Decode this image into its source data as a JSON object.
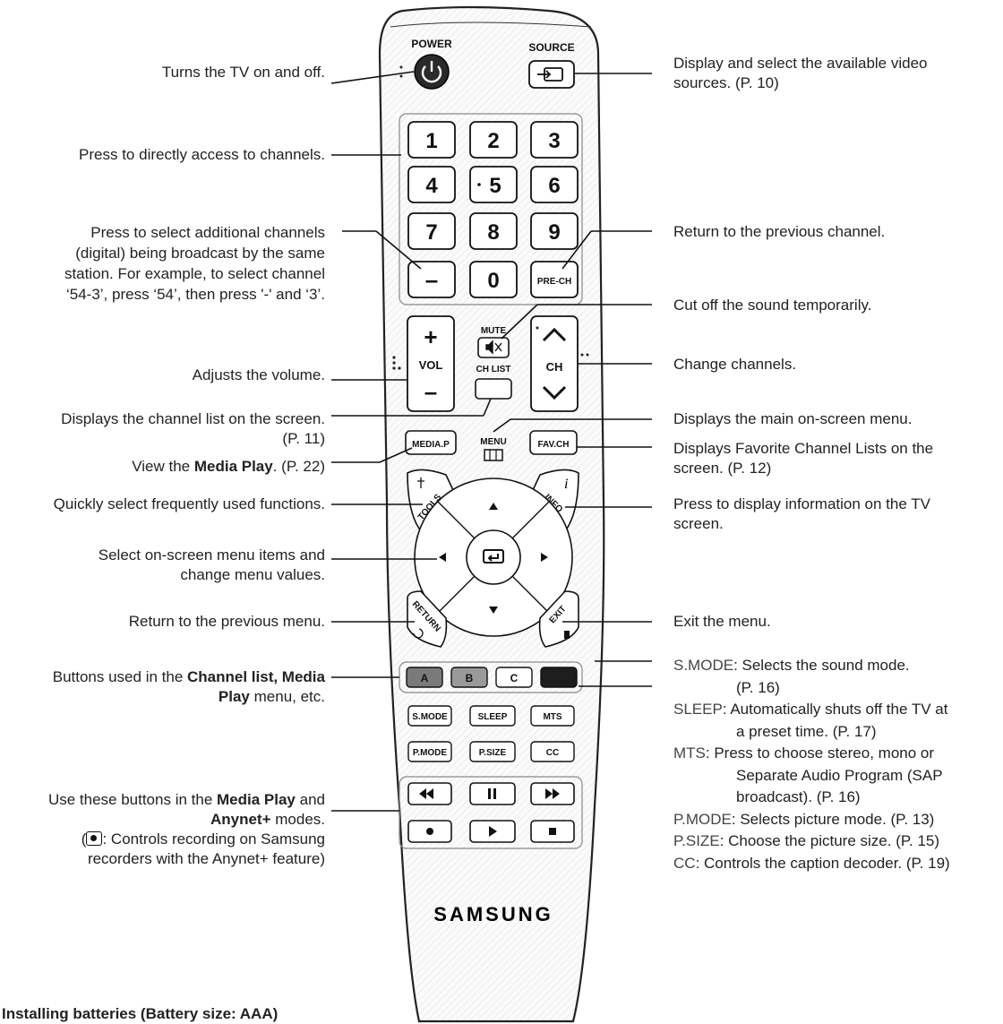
{
  "remote": {
    "power_label": "POWER",
    "source_label": "SOURCE",
    "digits": [
      "1",
      "2",
      "3",
      "4",
      "5",
      "6",
      "7",
      "8",
      "9"
    ],
    "dash_label": "–",
    "zero_label": "0",
    "prech_label": "PRE-CH",
    "mute_label": "MUTE",
    "vol_plus": "+",
    "vol_label": "VOL",
    "vol_minus": "–",
    "chlist_label": "CH LIST",
    "ch_label": "CH",
    "mediap_label": "MEDIA.P",
    "menu_label": "MENU",
    "favch_label": "FAV.CH",
    "tools_label": "TOOLS",
    "info_label": "INFO",
    "return_label": "RETURN",
    "exit_label": "EXIT",
    "color_a": "A",
    "color_b": "B",
    "color_c": "C",
    "smode_label": "S.MODE",
    "sleep_label": "SLEEP",
    "mts_label": "MTS",
    "pmode_label": "P.MODE",
    "psize_label": "P.SIZE",
    "cc_label": "CC",
    "brand": "SAMSUNG",
    "colors": {
      "a_red": "#7a7a7a",
      "b_green": "#9a9a9a",
      "c_yellow": "#ffffff",
      "d_blue": "#1e1e1e"
    }
  },
  "labels_left": {
    "power": "Turns the TV on and off.",
    "digits": "Press to directly access to channels.",
    "dash_1": "Press to select additional channels",
    "dash_2": "(digital) being broadcast by the same",
    "dash_3": "station. For example, to select channel",
    "dash_4": "‘54-3’, press ‘54’, then press '-' and ‘3’.",
    "volume": "Adjusts the volume.",
    "chlist_1": "Displays the channel list on the screen.",
    "chlist_2": "(P. 11)",
    "mediap_pre": "View the",
    "mediap_bold": "Media Play",
    "mediap_post": ". (P. 22)",
    "tools": "Quickly select frequently used functions.",
    "nav_1": "Select on-screen menu items and",
    "nav_2": "change menu values.",
    "return": "Return to the previous menu.",
    "color_pre": "Buttons used in the",
    "color_bold1": "Channel list, Media",
    "color_bold2": "Play",
    "color_post": "menu, etc.",
    "media_pre": "Use these buttons in the",
    "media_bold1": "Media Play",
    "media_and": "and",
    "media_bold2": "Anynet+",
    "media_post": "modes.",
    "rec_pre": "(",
    "rec_post": ": Controls recording on Samsung",
    "rec_2": "recorders with the Anynet+ feature)"
  },
  "labels_right": {
    "source_1": "Display and select the available video",
    "source_2": "sources. (P. 10)",
    "prech": "Return to the previous channel.",
    "mute": "Cut off the sound temporarily.",
    "ch": "Change channels.",
    "menu": "Displays the main on-screen menu.",
    "favch_1": "Displays Favorite Channel Lists on the",
    "favch_2": "screen. (P. 12)",
    "info_1": "Press to display information on the TV",
    "info_2": "screen.",
    "exit": "Exit the menu.",
    "smode_term": "S.MODE",
    "smode_text": ": Selects the sound mode.",
    "smode_page": "(P. 16)",
    "sleep_term": "SLEEP",
    "sleep_text": ": Automatically shuts off the TV at",
    "sleep_text2": "a preset time. (P. 17)",
    "mts_term": "MTS",
    "mts_text": ": Press to choose stereo, mono or",
    "mts_text2": "Separate Audio Program (SAP",
    "mts_text3": "broadcast). (P. 16)",
    "pmode_term": "P.MODE",
    "pmode_text": ":  Selects picture mode. (P. 13)",
    "psize_term": "P.SIZE",
    "psize_text": ": Choose the picture size. (P. 15)",
    "cc_term": "CC",
    "cc_text": ": Controls the caption decoder. (P. 19)"
  },
  "footer": {
    "note": "Installing batteries (Battery size: AAA)"
  }
}
